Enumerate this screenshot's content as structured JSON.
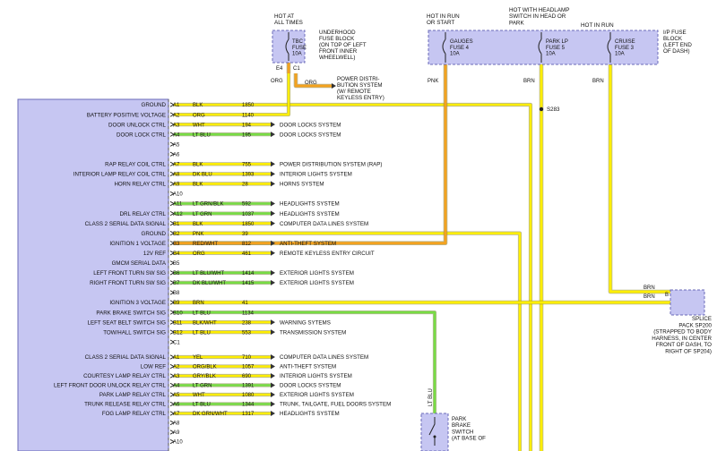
{
  "colors": {
    "box_fill": "#c6c6f2",
    "box_stroke": "#6b6bb8",
    "wire_yellow": "#ffee00",
    "wire_orange": "#f4a21e",
    "wire_green": "#77dd44",
    "arrow": "#333333"
  },
  "top": {
    "tbc_hot": [
      "HOT AT",
      "ALL TIMES"
    ],
    "tbc_fuse": [
      "TBC",
      "FUSE",
      "10A"
    ],
    "tbc_note": [
      "UNDERHOOD",
      "FUSE BLOCK",
      "(ON TOP OF LEFT",
      "FRONT INNER",
      "WHEELWELL)"
    ],
    "tbc_pins": [
      "E4",
      "C1"
    ],
    "tbc_wire_colors": [
      "ORG",
      "ORG"
    ],
    "pds_note": [
      "POWER DISTRI-",
      "BUTION SYSTEM",
      "(W/ REMOTE",
      "KEYLESS ENTRY)"
    ],
    "hot_run_start": [
      "HOT IN RUN",
      "OR START"
    ],
    "hot_headlamp": [
      "HOT WITH HEADLAMP",
      "SWITCH IN HEAD OR",
      "PARK"
    ],
    "hot_run": [
      "HOT IN RUN"
    ],
    "fuses": [
      {
        "lines": [
          "GAUGES",
          "FUSE 4",
          "10A"
        ],
        "wire": "PNK"
      },
      {
        "lines": [
          "PARK LP",
          "FUSE 5",
          "10A"
        ],
        "wire": "BRN"
      },
      {
        "lines": [
          "CRUISE",
          "FUSE 3",
          "10A"
        ],
        "wire": "BRN"
      }
    ],
    "ip_note": [
      "I/P FUSE",
      "BLOCK",
      "(LEFT END",
      "OF DASH)"
    ],
    "splice_point": "S283"
  },
  "connector_a": [
    {
      "label": "GROUND",
      "pin": "A1",
      "color": "BLK",
      "circuit": "1850",
      "dest": ""
    },
    {
      "label": "BATTERY POSITIVE VOLTAGE",
      "pin": "A2",
      "color": "ORG",
      "circuit": "1140",
      "dest": ""
    },
    {
      "label": "DOOR UNLOCK CTRL",
      "pin": "A3",
      "color": "WHT",
      "circuit": "194",
      "dest": "DOOR LOCKS SYSTEM"
    },
    {
      "label": "DOOR LOCK CTRL",
      "pin": "A4",
      "color": "LT BLU",
      "circuit": "195",
      "dest": "DOOR LOCKS SYSTEM"
    },
    {
      "label": "",
      "pin": "A5",
      "color": "",
      "circuit": "",
      "dest": ""
    },
    {
      "label": "",
      "pin": "A6",
      "color": "",
      "circuit": "",
      "dest": ""
    },
    {
      "label": "RAP RELAY COIL CTRL",
      "pin": "A7",
      "color": "BLK",
      "circuit": "755",
      "dest": "POWER DISTRIBUTION SYSTEM (RAP)"
    },
    {
      "label": "INTERIOR LAMP RELAY COIL CTRL",
      "pin": "A8",
      "color": "DK BLU",
      "circuit": "1393",
      "dest": "INTERIOR LIGHTS SYSTEM"
    },
    {
      "label": "HORN RELAY CTRL",
      "pin": "A9",
      "color": "BLK",
      "circuit": "28",
      "dest": "HORNS SYSTEM"
    },
    {
      "label": "",
      "pin": "A10",
      "color": "",
      "circuit": "",
      "dest": ""
    },
    {
      "label": "",
      "pin": "A11",
      "color": "LT GRN/BLK",
      "circuit": "592",
      "dest": "HEADLIGHTS SYSTEM"
    },
    {
      "label": "DRL RELAY CTRL",
      "pin": "A12",
      "color": "LT GRN",
      "circuit": "1037",
      "dest": "HEADLIGHTS SYSTEM"
    },
    {
      "label": "CLASS 2 SERIAL DATA SIGNAL",
      "pin": "B1",
      "color": "BLK",
      "circuit": "1850",
      "dest": "COMPUTER DATA LINES SYSTEM"
    },
    {
      "label": "GROUND",
      "pin": "B2",
      "color": "PNK",
      "circuit": "39",
      "dest": ""
    },
    {
      "label": "IGNITION 1 VOLTAGE",
      "pin": "B3",
      "color": "RED/WHT",
      "circuit": "812",
      "dest": "ANTI-THEFT SYSTEM"
    },
    {
      "label": "12V REF",
      "pin": "B4",
      "color": "ORG",
      "circuit": "461",
      "dest": "REMOTE KEYLESS ENTRY CIRCUIT"
    },
    {
      "label": "GMCM SERIAL DATA",
      "pin": "B5",
      "color": "",
      "circuit": "",
      "dest": ""
    },
    {
      "label": "LEFT FRONT TURN SW SIG",
      "pin": "B6",
      "color": "LT BLU/WHT",
      "circuit": "1414",
      "dest": "EXTERIOR LIGHTS SYSTEM"
    },
    {
      "label": "RIGHT FRONT TURN SW SIG",
      "pin": "B7",
      "color": "DK BLU/WHT",
      "circuit": "1415",
      "dest": "EXTERIOR LIGHTS SYSTEM"
    },
    {
      "label": "",
      "pin": "B8",
      "color": "",
      "circuit": "",
      "dest": ""
    },
    {
      "label": "IGNITION 3 VOLTAGE",
      "pin": "B9",
      "color": "BRN",
      "circuit": "41",
      "dest": ""
    },
    {
      "label": "PARK BRAKE SWITCH SIG",
      "pin": "B10",
      "color": "LT BLU",
      "circuit": "1134",
      "dest": ""
    },
    {
      "label": "LEFT SEAT BELT SWITCH SIG",
      "pin": "B11",
      "color": "BLK/WHT",
      "circuit": "238",
      "dest": "WARNING SYTEMS"
    },
    {
      "label": "TOW/HALL SWITCH SIG",
      "pin": "B12",
      "color": "LT BLU",
      "circuit": "553",
      "dest": "TRANSMISSION SYSTEM"
    },
    {
      "label": "",
      "pin": "C1",
      "color": "",
      "circuit": "",
      "dest": ""
    }
  ],
  "connector_b": [
    {
      "label": "CLASS 2 SERIAL DATA SIGNAL",
      "pin": "A1",
      "color": "YEL",
      "circuit": "710",
      "dest": "COMPUTER DATA LINES SYSTEM"
    },
    {
      "label": "LOW REF",
      "pin": "A2",
      "color": "ORG/BLK",
      "circuit": "1057",
      "dest": "ANTI-THEFT SYSTEM"
    },
    {
      "label": "COURTESY LAMP RELAY CTRL",
      "pin": "A3",
      "color": "GRY/BLK",
      "circuit": "690",
      "dest": "INTERIOR LIGHTS SYSTEM"
    },
    {
      "label": "LEFT FRONT DOOR UNLOCK RELAY CTRL",
      "pin": "A4",
      "color": "LT GRN",
      "circuit": "1391",
      "dest": "DOOR LOCKS SYSTEM"
    },
    {
      "label": "PARK LAMP RELAY CTRL",
      "pin": "A5",
      "color": "WHT",
      "circuit": "1080",
      "dest": "EXTERIOR LIGHTS SYSTEM"
    },
    {
      "label": "TRUNK RELEASE RELAY CTRL",
      "pin": "A6",
      "color": "LT BLU",
      "circuit": "1344",
      "dest": "TRUNK, TAILGATE, FUEL DOORS SYSTEM"
    },
    {
      "label": "FOG LAMP RELAY CTRL",
      "pin": "A7",
      "color": "DK GRN/WHT",
      "circuit": "1317",
      "dest": "HEADLIGHTS SYSTEM"
    },
    {
      "label": "",
      "pin": "A8",
      "color": "",
      "circuit": "",
      "dest": ""
    },
    {
      "label": "",
      "pin": "A9",
      "color": "",
      "circuit": "",
      "dest": ""
    },
    {
      "label": "",
      "pin": "A10",
      "color": "",
      "circuit": "",
      "dest": ""
    }
  ],
  "splice": {
    "pin": "B",
    "wire_labels": [
      "BRN",
      "BRN"
    ],
    "note": [
      "SPLICE",
      "PACK SP200",
      "(STRAPPED TO BODY",
      "HARNESS, IN CENTER",
      "FRONT OF DASH, TO",
      "RIGHT OF SP204)"
    ]
  },
  "park_brake": {
    "wire": "LT BLU",
    "note": [
      "PARK",
      "BRAKE",
      "SWITCH",
      "(AT BASE OF"
    ]
  }
}
